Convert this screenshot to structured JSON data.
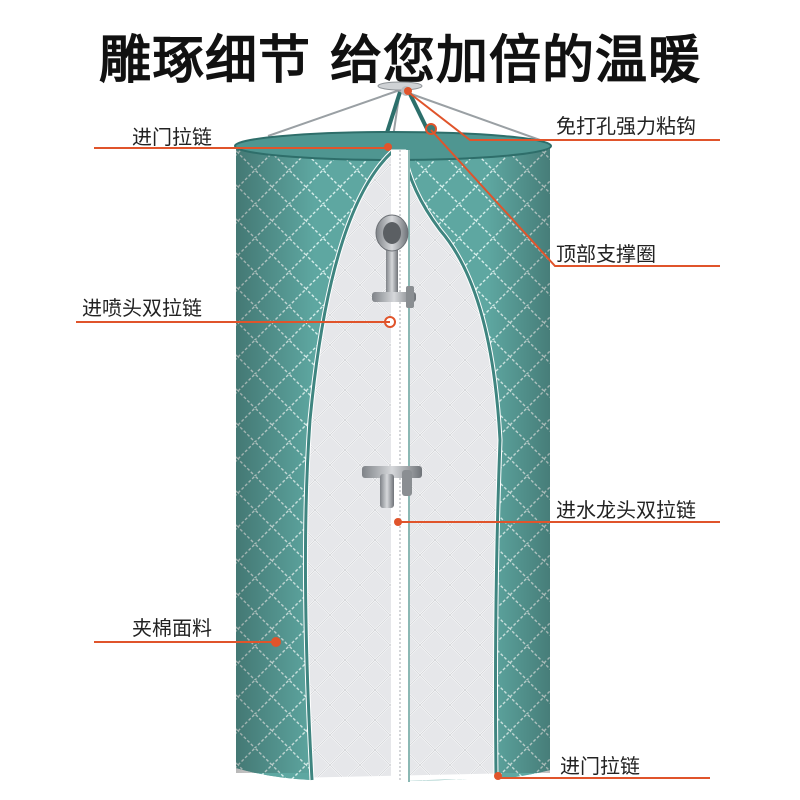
{
  "title": "雕琢细节 给您加倍的温暖",
  "labels": {
    "entry_zipper_top": "进门拉链",
    "hook": "免打孔强力粘钩",
    "top_ring": "顶部支撑圈",
    "shower_zipper": "进喷头双拉链",
    "faucet_zipper": "进水龙头双拉链",
    "fabric": "夹棉面料",
    "entry_zipper_bottom": "进门拉链"
  },
  "colors": {
    "teal": "#5ea7a1",
    "teal_dark": "#3f8580",
    "lining": "#e9eaec",
    "leader": "#e0542b"
  }
}
